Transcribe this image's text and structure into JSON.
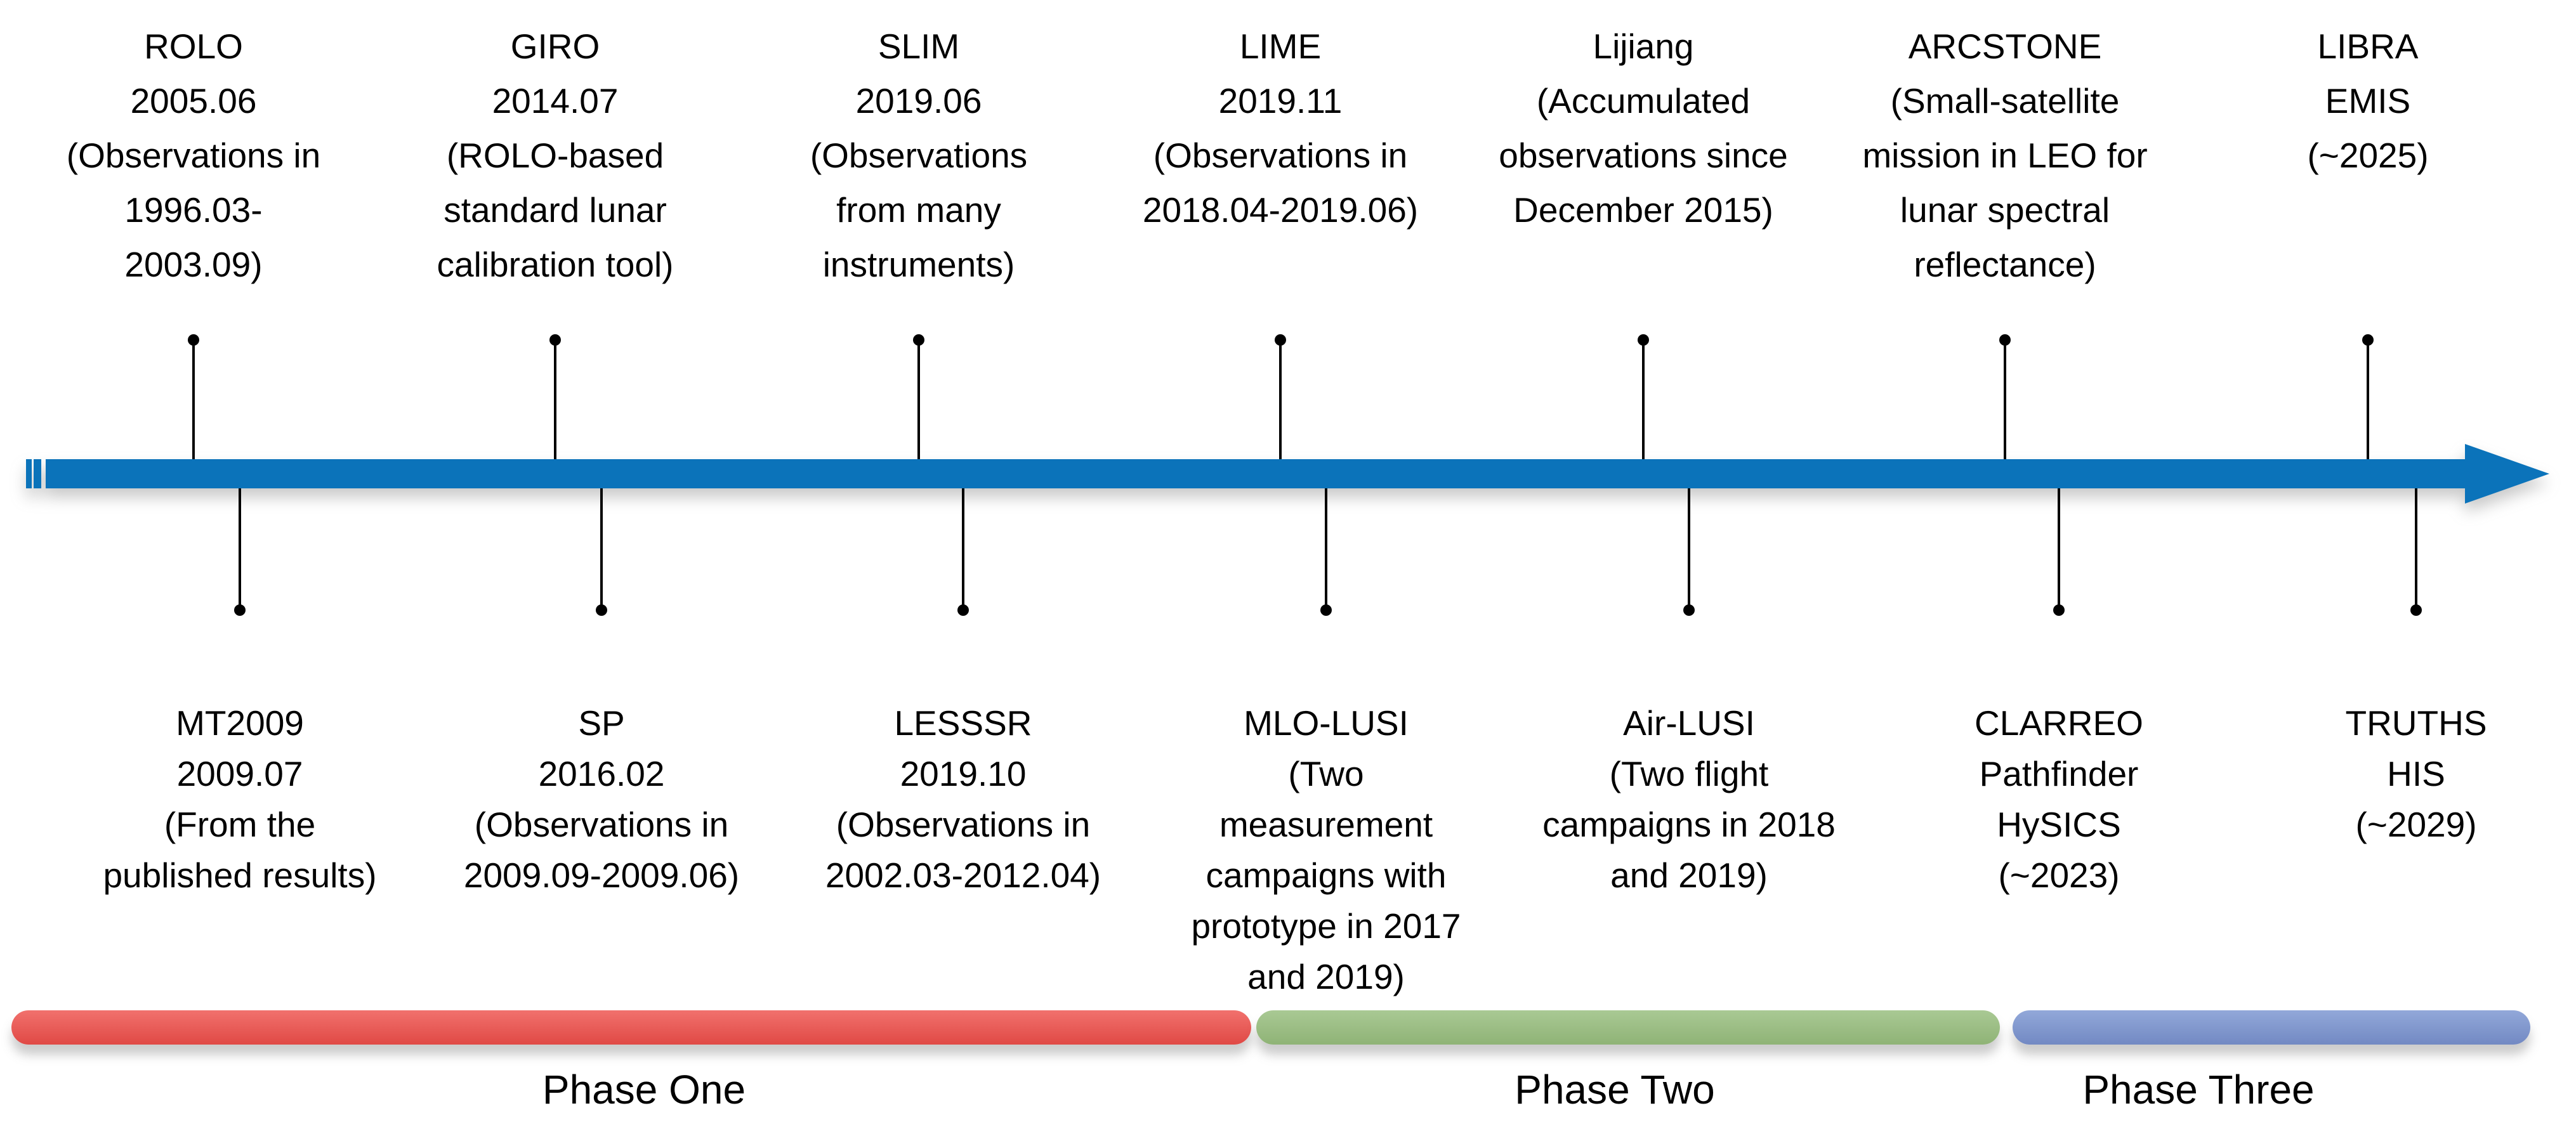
{
  "diagram": {
    "type": "timeline",
    "arrow": {
      "color": "#0B73BA",
      "direction": "right"
    },
    "top_events": [
      {
        "lines": [
          "ROLO",
          "2005.06",
          "(Observations in",
          "1996.03-",
          "2003.09)"
        ]
      },
      {
        "lines": [
          "GIRO",
          "2014.07",
          "(ROLO-based",
          "standard lunar",
          "calibration tool)"
        ]
      },
      {
        "lines": [
          "SLIM",
          "2019.06",
          "(Observations",
          "from many",
          "instruments)"
        ]
      },
      {
        "lines": [
          "LIME",
          "2019.11",
          "(Observations in",
          "2018.04-2019.06)"
        ]
      },
      {
        "lines": [
          "Lijiang",
          "(Accumulated",
          "observations since",
          "December 2015)"
        ]
      },
      {
        "lines": [
          "ARCSTONE",
          "(Small-satellite",
          "mission in LEO for",
          "lunar spectral",
          "reflectance)"
        ]
      },
      {
        "lines": [
          "LIBRA",
          "EMIS",
          "(~2025)"
        ]
      }
    ],
    "bottom_events": [
      {
        "lines": [
          "MT2009",
          "2009.07",
          "(From the",
          "published results)"
        ]
      },
      {
        "lines": [
          "SP",
          "2016.02",
          "(Observations in",
          "2009.09-2009.06)"
        ]
      },
      {
        "lines": [
          "LESSSR",
          "2019.10",
          "(Observations in",
          "2002.03-2012.04)"
        ]
      },
      {
        "lines": [
          "MLO-LUSI",
          "(Two",
          "measurement",
          "campaigns with",
          "prototype in 2017",
          "and 2019)"
        ]
      },
      {
        "lines": [
          "Air-LUSI",
          "(Two flight",
          "campaigns in 2018",
          "and 2019)"
        ]
      },
      {
        "lines": [
          "CLARREO",
          "Pathfinder",
          "HySICS",
          "(~2023)"
        ]
      },
      {
        "lines": [
          "TRUTHS",
          "HIS",
          "(~2029)"
        ]
      }
    ],
    "phases": [
      {
        "label": "Phase One",
        "color": "#E8524E"
      },
      {
        "label": "Phase Two",
        "color": "#9CBE85"
      },
      {
        "label": "Phase Three",
        "color": "#8097CD"
      }
    ]
  }
}
